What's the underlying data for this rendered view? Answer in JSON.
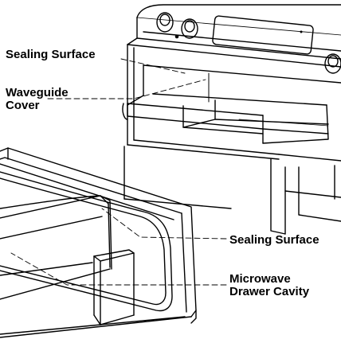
{
  "labels": {
    "sealing_surface_top": "Sealing Surface",
    "waveguide_cover": [
      "Waveguide",
      "Cover"
    ],
    "sealing_surface_right": "Sealing Surface",
    "microwave_drawer_cavity": [
      "Microwave",
      "Drawer Cavity"
    ]
  },
  "colors": {
    "ink": "#000000",
    "background": "#ffffff"
  }
}
